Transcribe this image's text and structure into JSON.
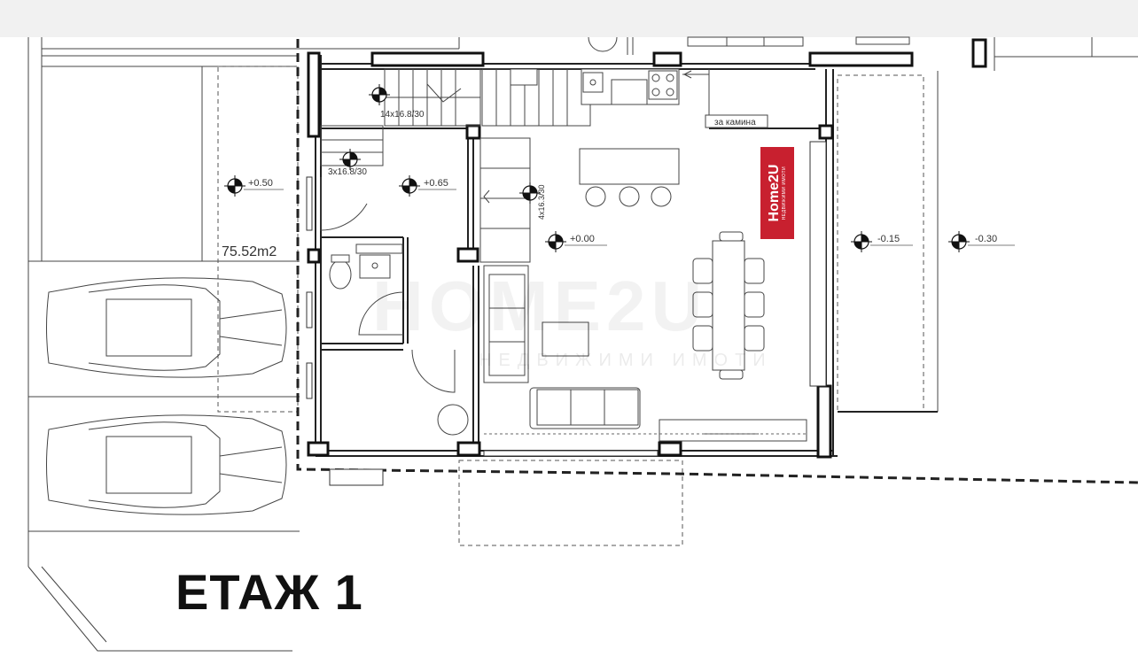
{
  "floor_title": "ЕТАЖ 1",
  "area_label": "75.52m2",
  "stairs": {
    "main": "14x16.8/30",
    "entry": "3x16.8/30",
    "living": "4x16.3/30"
  },
  "levels": {
    "yard": "+0.50",
    "entrance": "+0.65",
    "living": "+0.00",
    "terrace": "-0.15",
    "garden": "-0.30"
  },
  "fireplace_label": "за камина",
  "logo": {
    "name": "Home2U",
    "tagline": "НЕДВИЖИМИ ИМОТИ",
    "color": "#c8202f"
  },
  "watermark": {
    "name": "HOME2U",
    "tagline": "НЕДВИЖИМИ ИМОТИ"
  }
}
